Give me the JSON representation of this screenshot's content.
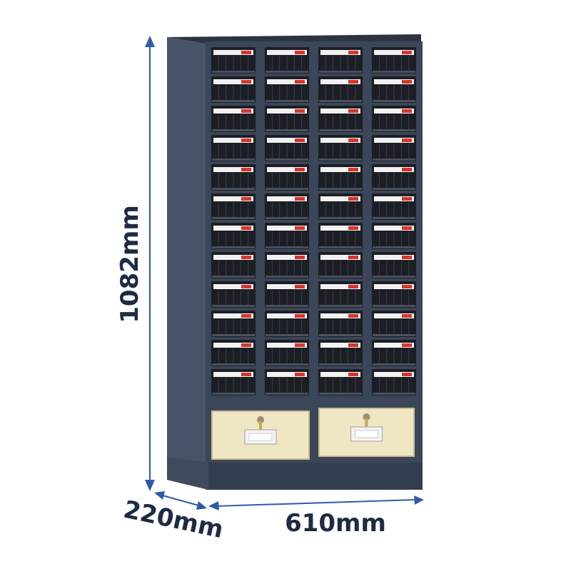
{
  "dimensions": {
    "height": "1082mm",
    "width": "610mm",
    "depth": "220mm"
  },
  "cabinet": {
    "bin_columns": 4,
    "bin_rows": 12,
    "lower_drawers": 2
  },
  "colors": {
    "frame": "#3b4658",
    "frame_dark": "#2c3444",
    "frame_side": "#48546a",
    "bin_body": "#1b1e24",
    "bin_label": "#f2f2f2",
    "bin_tag": "#d9342b",
    "drawer_face": "#efe6c4",
    "drawer_edge": "#c9bd92",
    "handle": "#f4f4f4",
    "arrow": "#2f5aa8",
    "text": "#1f2a44"
  }
}
